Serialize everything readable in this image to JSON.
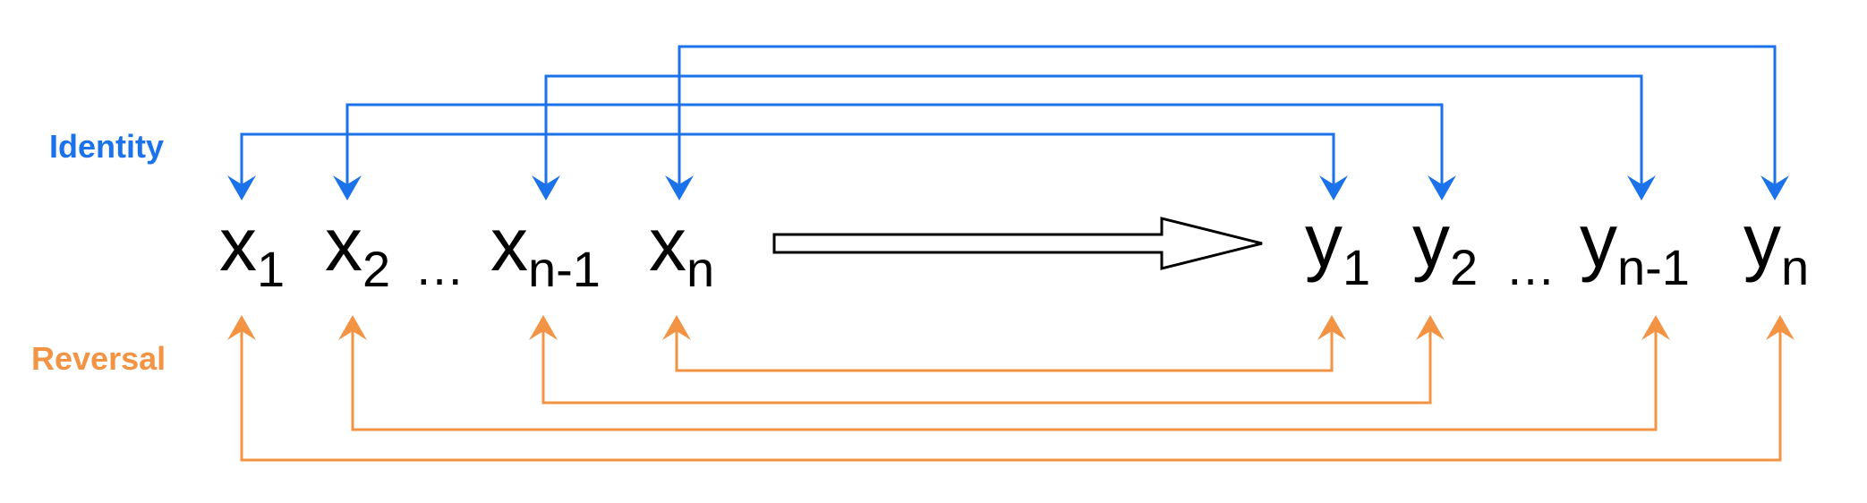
{
  "legend": {
    "identity_label": "Identity",
    "reversal_label": "Reversal"
  },
  "colors": {
    "identity": "#1b72ea",
    "reversal": "#f39344",
    "text": "#000000"
  },
  "source": {
    "base": "x",
    "terms": [
      {
        "base": "x",
        "sub": "1"
      },
      {
        "base": "x",
        "sub": "2"
      },
      {
        "base": "x",
        "sub": "n-1"
      },
      {
        "base": "x",
        "sub": "n"
      }
    ]
  },
  "target": {
    "base": "y",
    "terms": [
      {
        "base": "y",
        "sub": "1"
      },
      {
        "base": "y",
        "sub": "2"
      },
      {
        "base": "y",
        "sub": "n-1"
      },
      {
        "base": "y",
        "sub": "n"
      }
    ]
  },
  "ellipsis": "…",
  "identity_pairs": [
    {
      "from": "x_1",
      "to": "y_1"
    },
    {
      "from": "x_2",
      "to": "y_2"
    },
    {
      "from": "x_n-1",
      "to": "y_n-1"
    },
    {
      "from": "x_n",
      "to": "y_n"
    }
  ],
  "reversal_pairs": [
    {
      "from": "x_1",
      "to": "y_n"
    },
    {
      "from": "x_2",
      "to": "y_n-1"
    },
    {
      "from": "x_n-1",
      "to": "y_2"
    },
    {
      "from": "x_n",
      "to": "y_1"
    }
  ]
}
